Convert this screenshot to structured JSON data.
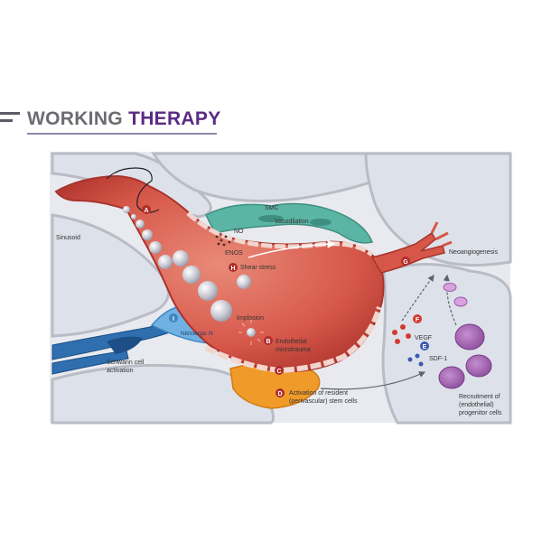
{
  "header": {
    "title_part1": "WORKING",
    "title_part2": "THERAPY"
  },
  "diagram": {
    "labels": {
      "sinusoid": "Sinusoid",
      "smc": "SMC",
      "no": "NO",
      "vasodilation": "Vasodilation",
      "enos": "ENOS",
      "shear_stress": "Shear stress",
      "neoangiogenesis": "Neoangiogenesis",
      "implosion": "Implosion",
      "endothelial_1": "Endothelial",
      "endothelial_2": "microtrauma",
      "nitrinergic": "Nitrinergic N",
      "schwann_1": "Schwann cell",
      "schwann_2": "activation",
      "vegf": "VEGF",
      "sdf": "SDF-1",
      "activation_1": "Activation of resident",
      "activation_2": "(perivascular) stem cells",
      "recruitment_1": "Recruitment of",
      "recruitment_2": "(endothelial)",
      "recruitment_3": "progenitor cells"
    },
    "markers": {
      "a": "A",
      "b": "B",
      "c": "C",
      "d": "D",
      "e": "E",
      "f": "F",
      "g": "G",
      "h": "H",
      "i": "I"
    }
  }
}
